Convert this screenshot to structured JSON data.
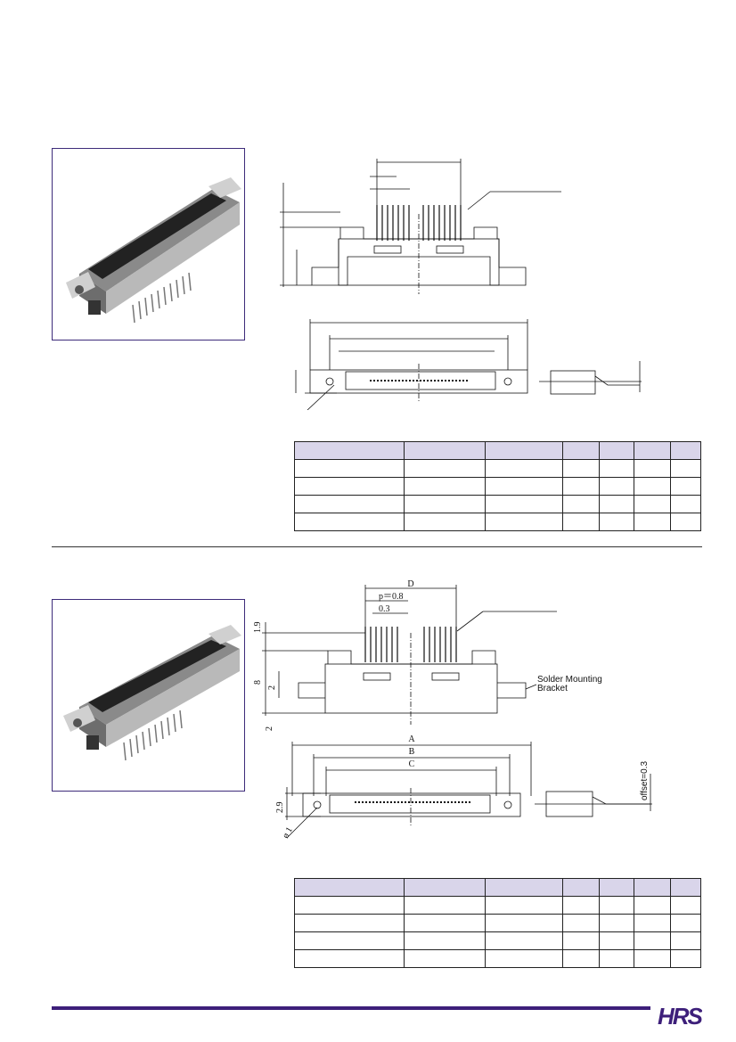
{
  "section2": {
    "dims": {
      "pitch": "p＝0.8",
      "width_03": "0.3",
      "d": "D",
      "h_1_9": "1.9",
      "h_8": "8",
      "h_2a": "2",
      "h_2b": "2",
      "a": "A",
      "b": "B",
      "c": "C",
      "h_2_9": "2.9",
      "dia_1": "ø 1",
      "offset": "offset=0.3"
    },
    "bracket_label_1": "Solder Mounting",
    "bracket_label_2": "Bracket"
  },
  "tables": {
    "columns": 7,
    "rows": 4
  },
  "footer": {
    "logo_text": "HRS",
    "brand_color": "#3d1f7a"
  }
}
